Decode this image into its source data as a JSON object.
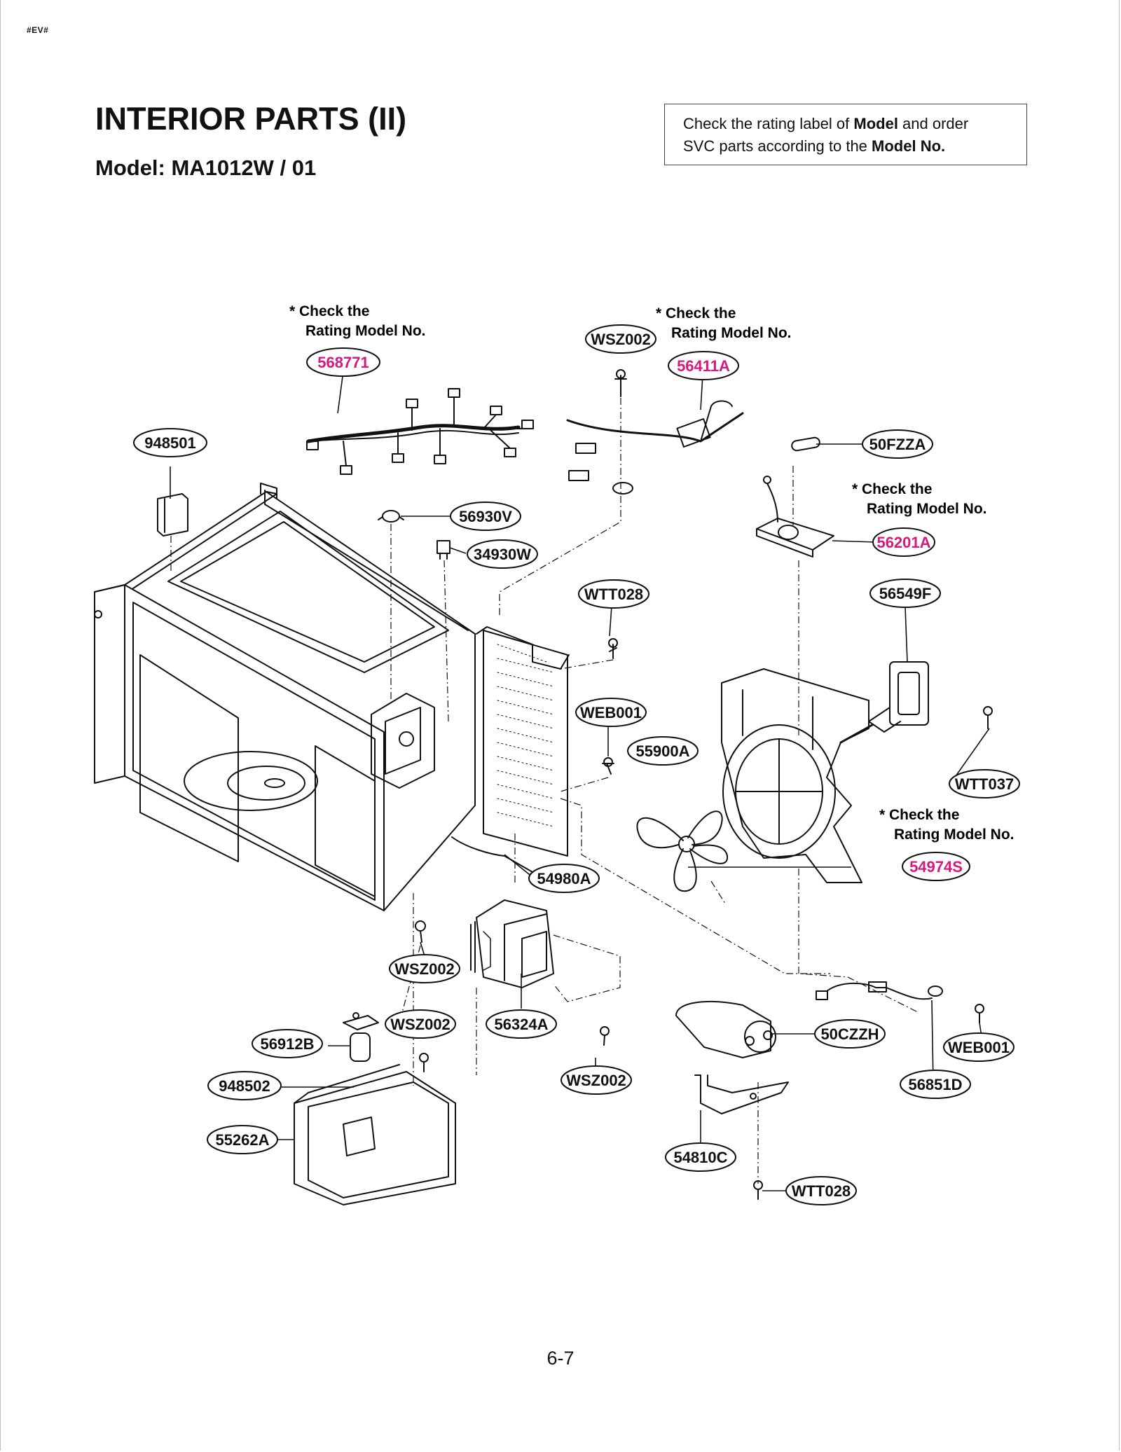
{
  "header": {
    "tag": "#EV#",
    "title": "INTERIOR PARTS (II)",
    "subtitle": "Model: MA1012W / 01"
  },
  "notice": {
    "text_1": "Check the rating label of ",
    "bold_1": "Model",
    "text_2": " and order",
    "text_3": "SVC parts according to the ",
    "bold_2": "Model No."
  },
  "notes": {
    "check_line1": "* Check the",
    "check_line2": "Rating Model No."
  },
  "parts": [
    {
      "id": "part-568771",
      "label": "568771",
      "highlight": true
    },
    {
      "id": "part-wsz002-top",
      "label": "WSZ002",
      "highlight": false
    },
    {
      "id": "part-56411a",
      "label": "56411A",
      "highlight": true
    },
    {
      "id": "part-948501",
      "label": "948501",
      "highlight": false
    },
    {
      "id": "part-50fzza",
      "label": "50FZZA",
      "highlight": false
    },
    {
      "id": "part-56930v",
      "label": "56930V",
      "highlight": false
    },
    {
      "id": "part-34930w",
      "label": "34930W",
      "highlight": false
    },
    {
      "id": "part-56201a",
      "label": "56201A",
      "highlight": true
    },
    {
      "id": "part-wtt028-top",
      "label": "WTT028",
      "highlight": false
    },
    {
      "id": "part-56549f",
      "label": "56549F",
      "highlight": false
    },
    {
      "id": "part-web001-mid",
      "label": "WEB001",
      "highlight": false
    },
    {
      "id": "part-55900a",
      "label": "55900A",
      "highlight": false
    },
    {
      "id": "part-wtt037",
      "label": "WTT037",
      "highlight": false
    },
    {
      "id": "part-54974s",
      "label": "54974S",
      "highlight": true
    },
    {
      "id": "part-54980a",
      "label": "54980A",
      "highlight": false
    },
    {
      "id": "part-wsz002-mid",
      "label": "WSZ002",
      "highlight": false
    },
    {
      "id": "part-56912b",
      "label": "56912B",
      "highlight": false
    },
    {
      "id": "part-wsz002-low",
      "label": "WSZ002",
      "highlight": false
    },
    {
      "id": "part-56324a",
      "label": "56324A",
      "highlight": false
    },
    {
      "id": "part-50czzh",
      "label": "50CZZH",
      "highlight": false
    },
    {
      "id": "part-web001-low",
      "label": "WEB001",
      "highlight": false
    },
    {
      "id": "part-948502",
      "label": "948502",
      "highlight": false
    },
    {
      "id": "part-wsz002-bottom",
      "label": "WSZ002",
      "highlight": false
    },
    {
      "id": "part-56851d",
      "label": "56851D",
      "highlight": false
    },
    {
      "id": "part-55262a",
      "label": "55262A",
      "highlight": false
    },
    {
      "id": "part-54810c",
      "label": "54810C",
      "highlight": false
    },
    {
      "id": "part-wtt028-bottom",
      "label": "WTT028",
      "highlight": false
    }
  ],
  "colors": {
    "highlight": "#d6187f",
    "ink": "#111111"
  },
  "footer": {
    "page_number": "6-7"
  }
}
